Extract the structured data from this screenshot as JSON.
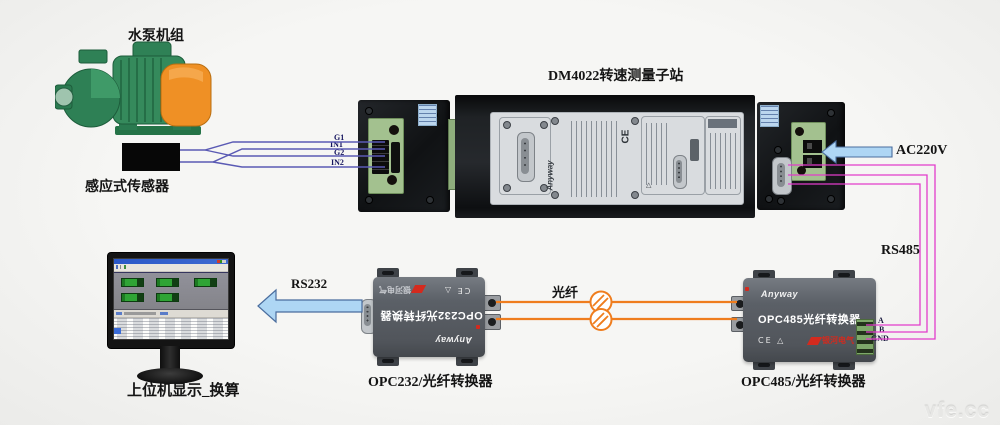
{
  "pump": {
    "label": "水泵机组"
  },
  "sensor": {
    "label": "感应式传感器",
    "wires": [
      "G1",
      "IN1",
      "G2",
      "IN2"
    ]
  },
  "dm4022": {
    "title": "DM4022转速测量子站",
    "brand": "Anyway",
    "ce": "CE"
  },
  "power": {
    "label": "AC220V"
  },
  "rs485": {
    "label": "RS485",
    "terminals": [
      "A",
      "B",
      "GND"
    ]
  },
  "fiber": {
    "label": "光纤"
  },
  "rs232": {
    "label": "RS232"
  },
  "opc485": {
    "brand": "Anyway",
    "panel_text": "OPC485光纤转换器",
    "marks": "CE △",
    "vendor": "银河电气",
    "caption": "OPC485/光纤转换器"
  },
  "opc232": {
    "brand": "Anyway",
    "panel_text": "OPC232光纤转换器",
    "marks": "CE △",
    "vendor": "银河电气",
    "caption": "OPC232/光纤转换器"
  },
  "monitor": {
    "caption": "上位机显示_换算"
  },
  "watermark": "vfe.cc",
  "colors": {
    "sensor_wire": "#5a5ab4",
    "rs485_wire": "#e23ccb",
    "fiber_line": "#ef7d1e",
    "arrow_fill": "#aed6f4",
    "arrow_border": "#4a6d9e",
    "pump_green": "#358a5c",
    "motor_orange": "#ef9025",
    "terminal_green": "#a3c18f",
    "converter_gray": "#5b6067",
    "vendor_red": "#d42a1e"
  }
}
